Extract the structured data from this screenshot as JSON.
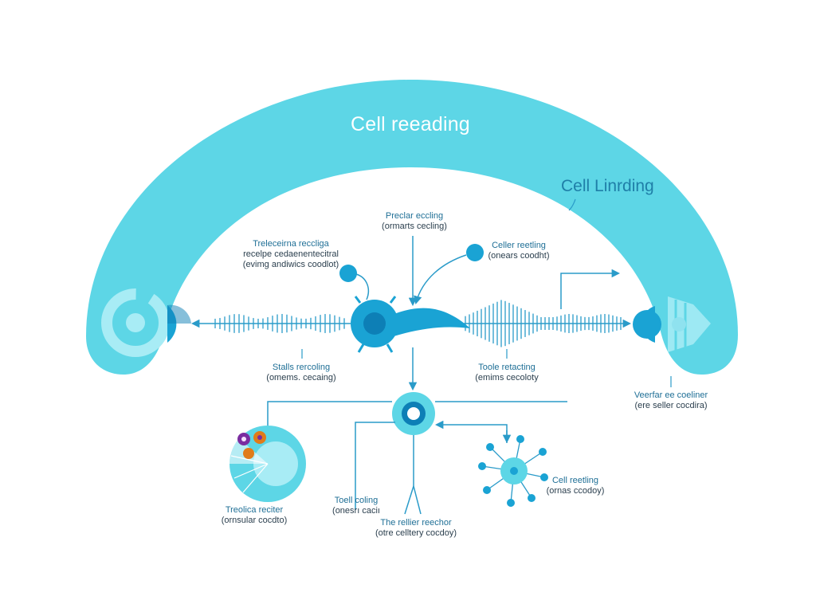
{
  "diagram": {
    "title": "Cell reeading",
    "side_title": "Cell Linrding",
    "colors": {
      "arc": "#5dd6e6",
      "accent": "#1aa3d4",
      "dark_accent": "#0d7fb6",
      "line": "#2a9bc9",
      "light": "#a8ecf5"
    },
    "labels": {
      "top_center": {
        "line1": "Preclar eccling",
        "line2": "(ormarts cecling)"
      },
      "top_left": {
        "line1": "Treleceirna reccliga",
        "line2": "recelpe cedaenentecitral",
        "line3": "(evimg andiwics coodlot)"
      },
      "top_right": {
        "line1": "Celler reetling",
        "line2": "(onears coodht)"
      },
      "mid_left": {
        "line1": "Stalls rercoling",
        "line2": "(omems. cecaing)"
      },
      "mid_right": {
        "line1": "Toole retacting",
        "line2": "(emims cecoloty"
      },
      "far_right": {
        "line1": "Veerfar ee coeliner",
        "line2": "(ere seller cocdira)"
      },
      "bottom_left": {
        "line1": "Treolica reciter",
        "line2": "(ornsular cocdto)"
      },
      "bottom_mid_left": {
        "line1": "Toell coling",
        "line2": "(onesrı caciı"
      },
      "bottom_center": {
        "line1": "The rellier reechor",
        "line2": "(otre celltery cocdoy)"
      },
      "bottom_right": {
        "line1": "Cell reetling",
        "line2": "(ornas ccodoy)"
      }
    }
  }
}
